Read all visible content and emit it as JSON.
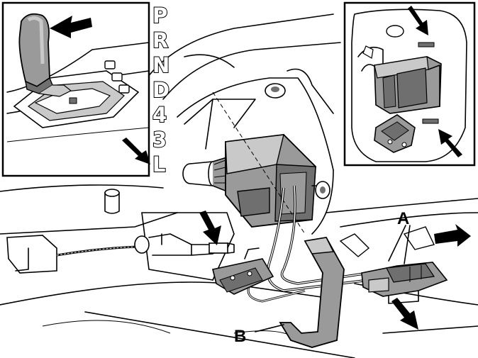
{
  "gear_positions": [
    "P",
    "R",
    "N",
    "D",
    "4",
    "3",
    "L"
  ],
  "callouts": {
    "a": "A",
    "b": "B"
  },
  "colors": {
    "line": "#000000",
    "gray_dark": "#6f6f6f",
    "gray_mid": "#9a9a9a",
    "gray_light": "#c9c9c9",
    "background": "#ffffff"
  },
  "icons": [
    "direction-arrow",
    "gear-shift-lever",
    "solenoid-unit",
    "connector-plug",
    "microswitch",
    "removal-tool"
  ]
}
